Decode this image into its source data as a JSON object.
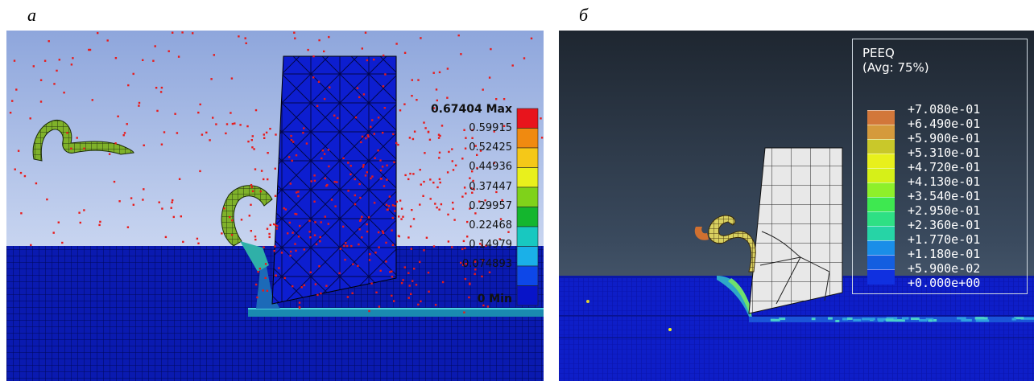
{
  "panels": [
    {
      "letter": "а",
      "legend": {
        "max_label": "0.67404 Max",
        "values": [
          "0.59915",
          "0.52425",
          "0.44936",
          "0.37447",
          "0.29957",
          "0.22468",
          "0.14979",
          "0.074893"
        ],
        "min_label": "0 Min",
        "colors": [
          "#e8141c",
          "#f08a10",
          "#f5c818",
          "#e9f01c",
          "#7fd21a",
          "#14b62e",
          "#18c8c0",
          "#1ab0e8",
          "#0d47e8",
          "#0814c8"
        ]
      }
    },
    {
      "letter": "б",
      "legend": {
        "title": "PEEQ",
        "subtitle": "(Avg: 75%)",
        "values": [
          "+7.080e-01",
          "+6.490e-01",
          "+5.900e-01",
          "+5.310e-01",
          "+4.720e-01",
          "+4.130e-01",
          "+3.540e-01",
          "+2.950e-01",
          "+2.360e-01",
          "+1.770e-01",
          "+1.180e-01",
          "+5.900e-02",
          "+0.000e+00"
        ],
        "colors": [
          "#d2773a",
          "#d59a3c",
          "#c9c82a",
          "#e8f01c",
          "#d6f018",
          "#8ef02a",
          "#3ee850",
          "#2ee084",
          "#26d4a6",
          "#1a8ee8",
          "#145ee0",
          "#1030e0"
        ]
      }
    }
  ]
}
